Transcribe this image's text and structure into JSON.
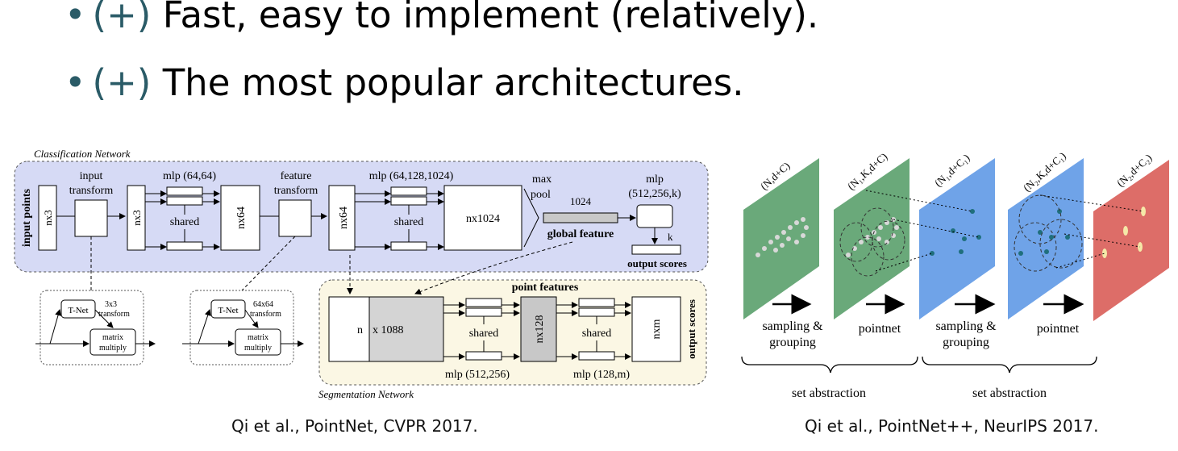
{
  "bullets": [
    {
      "marker": "•",
      "plus": "(+)",
      "text": "Fast, easy to implement (relatively)."
    },
    {
      "marker": "•",
      "plus": "(+)",
      "text": "The most popular architectures."
    }
  ],
  "left_figure": {
    "classification_title": "Classification Network",
    "segmentation_title": "Segmentation Network",
    "input_points": "input points",
    "nx3_a": "nx3",
    "nx3_b": "nx3",
    "input_transform_1": "input",
    "input_transform_2": "transform",
    "mlp1": "mlp (64,64)",
    "shared": "shared",
    "nx64_a": "nx64",
    "feature_transform_1": "feature",
    "feature_transform_2": "transform",
    "nx64_b": "nx64",
    "mlp2": "mlp (64,128,1024)",
    "nx1024": "nx1024",
    "max": "max",
    "pool": "pool",
    "dim1024": "1024",
    "global_feature": "global feature",
    "mlp3_1": "mlp",
    "mlp3_2": "(512,256,k)",
    "k": "k",
    "output_scores": "output scores",
    "tnet": "T-Net",
    "t3_1": "3x3",
    "t3_2": "transform",
    "t64_1": "64x64",
    "t64_2": "transform",
    "matrix_1": "matrix",
    "matrix_2": "multiply",
    "point_features": "point features",
    "seg_n": "n",
    "seg_1088": "x 1088",
    "nx128": "nx128",
    "nxm": "nxm",
    "mlp_seg1": "mlp (512,256)",
    "mlp_seg2": "mlp (128,m)",
    "seg_output_scores": "output scores"
  },
  "right_figure": {
    "labels": [
      "(N,d+C)",
      "(N₁,K,d+C)",
      "(N₁,d+C₁)",
      "(N₂,K,d+C₁)",
      "(N₂,d+C₂)"
    ],
    "sampling_1": "sampling &",
    "grouping_1": "grouping",
    "pointnet_1": "pointnet",
    "sampling_2": "sampling &",
    "grouping_2": "grouping",
    "pointnet_2": "pointnet",
    "set_abstraction_1": "set abstraction",
    "set_abstraction_2": "set abstraction",
    "colors": {
      "green": "#6aa97a",
      "blue": "#6fa3e8",
      "red": "#dd6d68"
    }
  },
  "captions": {
    "left": "Qi et al., PointNet, CVPR 2017.",
    "right": "Qi et al., PointNet++, NeurIPS 2017."
  }
}
